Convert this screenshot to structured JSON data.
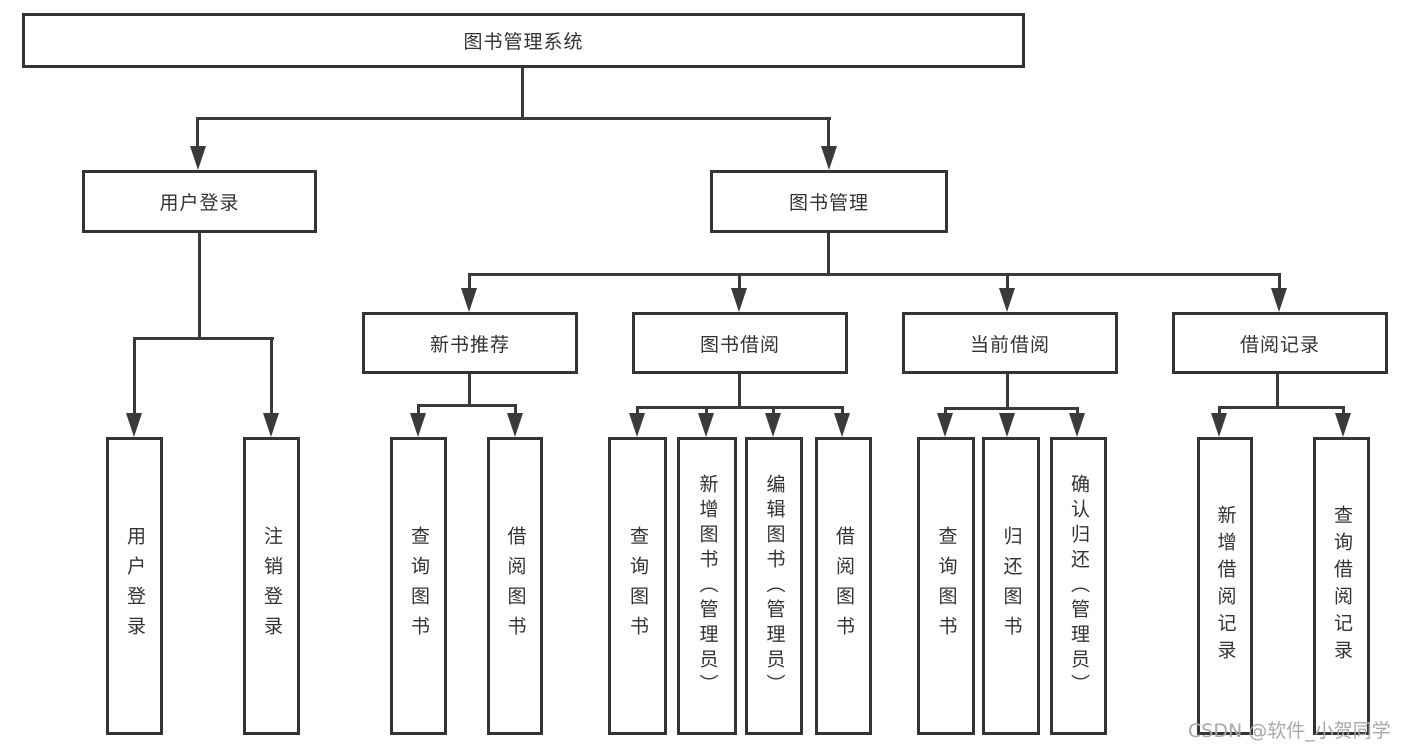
{
  "diagram": {
    "root": "图书管理系统",
    "level2": [
      "用户登录",
      "图书管理"
    ],
    "level3": [
      "新书推荐",
      "图书借阅",
      "当前借阅",
      "借阅记录"
    ],
    "leaves": {
      "user": [
        "用户登录",
        "注销登录"
      ],
      "newbook": [
        "查询图书",
        "借阅图书"
      ],
      "borrow": [
        "查询图书",
        "新增图书（管理员）",
        "编辑图书（管理员）",
        "借阅图书"
      ],
      "current": [
        "查询图书",
        "归还图书",
        "确认归还（管理员）"
      ],
      "records": [
        "新增借阅记录",
        "查询借阅记录"
      ]
    },
    "colors": {
      "line": "#3a3a3a",
      "border": "#343434",
      "text": "#333333",
      "watermark": "#a8a8a8",
      "background": "#ffffff"
    }
  },
  "watermark": {
    "text": "CSDN @软件_小贺同学"
  }
}
